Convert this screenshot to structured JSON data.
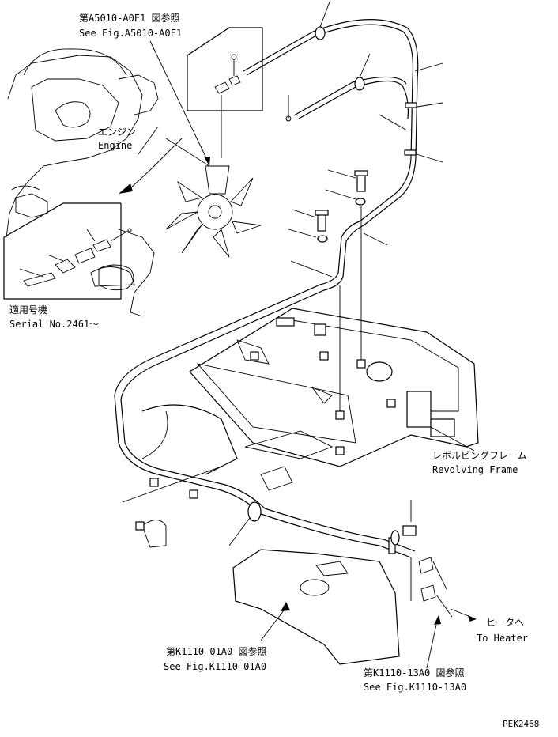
{
  "labels": {
    "fig_a5010_jp": "第A5010-A0F1 図参照",
    "fig_a5010_en": "See Fig.A5010-A0F1",
    "engine_jp": "エンジン",
    "engine_en": "Engine",
    "serial_jp": "適用号機",
    "serial_en": "Serial No.2461～",
    "frame_jp": "レボルビングフレーム",
    "frame_en": "Revolving Frame",
    "heater_jp": "ヒータへ",
    "heater_en": "To Heater",
    "fig_k0110_jp": "第K1110-01A0 図参照",
    "fig_k0110_en": "See Fig.K1110-01A0",
    "fig_k1310_jp": "第K1110-13A0 図参照",
    "fig_k1310_en": "See Fig.K1110-13A0",
    "drawing_code": "PEK2468"
  }
}
